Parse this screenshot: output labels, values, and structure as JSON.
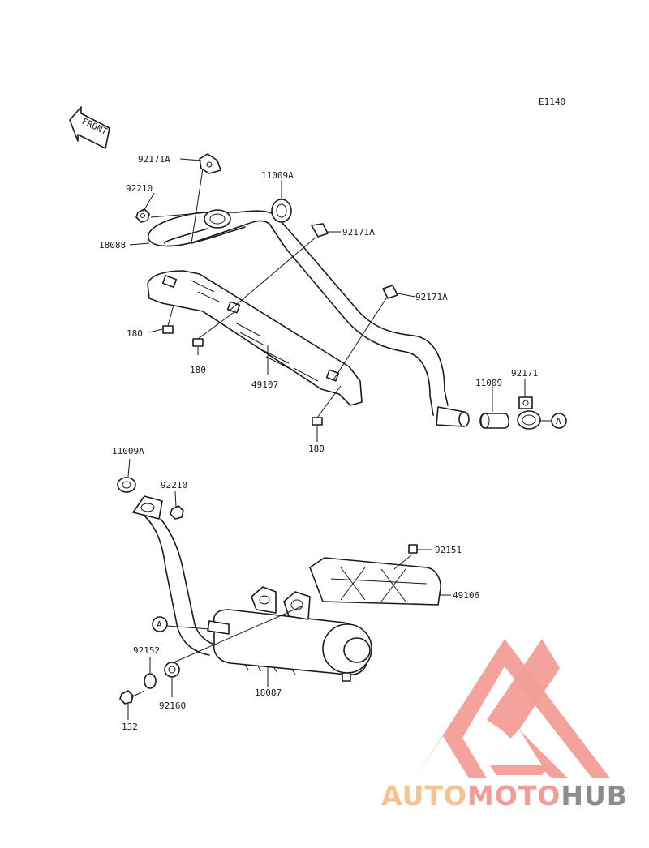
{
  "diagram": {
    "code": "E1140",
    "front_label": "FRONT",
    "callouts": {
      "c_92171A_top": "92171A",
      "c_92210_top": "92210",
      "c_11009A_top": "11009A",
      "c_18088": "18088",
      "c_92171A_mid": "92171A",
      "c_92171A_right": "92171A",
      "c_180_a": "180",
      "c_180_b": "180",
      "c_49107": "49107",
      "c_180_c": "180",
      "c_11009": "11009",
      "c_92171": "92171",
      "c_A_top": "A",
      "c_11009A_bot": "11009A",
      "c_92210_bot": "92210",
      "c_92151": "92151",
      "c_49106": "49106",
      "c_A_bot": "A",
      "c_92152": "92152",
      "c_18087": "18087",
      "c_92160": "92160",
      "c_132": "132"
    }
  },
  "watermark": {
    "logo_text_part1": "AUTOMOTO",
    "logo_text_part2": "HUB",
    "primary_color": "#f08c84",
    "secondary_color": "#f5b87e",
    "tertiary_color": "#7a7a7a"
  }
}
